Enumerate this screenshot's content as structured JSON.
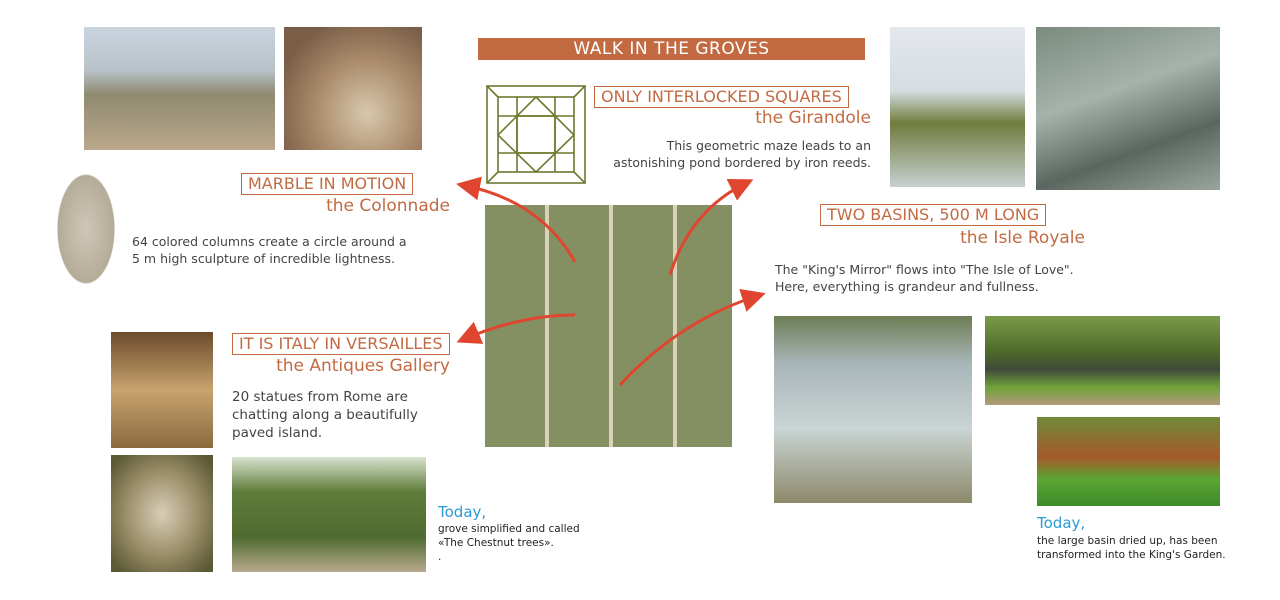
{
  "header": {
    "title": "WALK IN THE GROVES"
  },
  "colonnade": {
    "tag": "MARBLE IN MOTION",
    "name": "the Colonnade",
    "text": [
      "64 colored columns create a circle around a",
      "5 m high sculpture of incredible lightness."
    ]
  },
  "girandole": {
    "tag": "ONLY INTERLOCKED SQUARES",
    "name": "the Girandole",
    "text": [
      "This geometric maze leads to an",
      "astonishing pond bordered by iron reeds."
    ]
  },
  "isle": {
    "tag": "TWO BASINS, 500 M LONG",
    "name": "the Isle Royale",
    "text": [
      "The \"King's Mirror\" flows into \"The Isle of Love\".",
      "Here, everything is grandeur and fullness."
    ],
    "today": "Today,",
    "today_text": [
      "the large basin dried up, has been",
      "transformed into  the King's Garden."
    ]
  },
  "antiques": {
    "tag": "IT IS ITALY IN VERSAILLES",
    "name": "the Antiques Gallery",
    "text": [
      "20 statues from Rome are",
      "chatting along a beautifully",
      "paved island."
    ],
    "today": "Today,",
    "today_text": [
      "grove simplified and called",
      "«The Chestnut trees».",
      "."
    ]
  },
  "colors": {
    "accent": "#c26a42",
    "today": "#2a9bd6",
    "arrow": "#e0452f",
    "icon": "#6b7a2e"
  }
}
